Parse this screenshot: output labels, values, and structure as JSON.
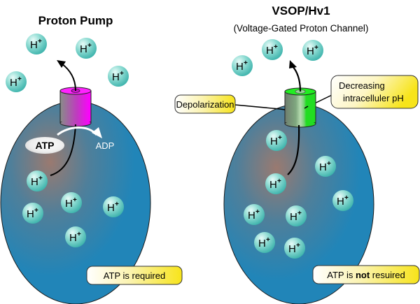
{
  "left_panel": {
    "title": "Proton Pump",
    "transporter_color": "#ee11ee",
    "atp_label": "ATP",
    "adp_label": "ADP",
    "note": "ATP is required",
    "outside_ions": 4,
    "inside_ions": 5
  },
  "right_panel": {
    "title": "VSOP/Hv1",
    "subtitle": "(Voltage-Gated Proton Channel)",
    "channel_color": "#22dd22",
    "callout_left": "Depolarization",
    "callout_right_line1": "Decreasing",
    "callout_right_line2": "intracelluler pH",
    "note_prefix": "ATP is ",
    "note_bold": "not",
    "note_suffix": " resuired",
    "outside_ions": 3,
    "inside_ions": 8
  },
  "ion": {
    "symbol": "H",
    "charge": "+"
  },
  "colors": {
    "cell": "#2185b8",
    "cell_center": "#9a7a70",
    "ion_fill": "#5fc9c0",
    "callout_yellow": "#f7e41a"
  }
}
